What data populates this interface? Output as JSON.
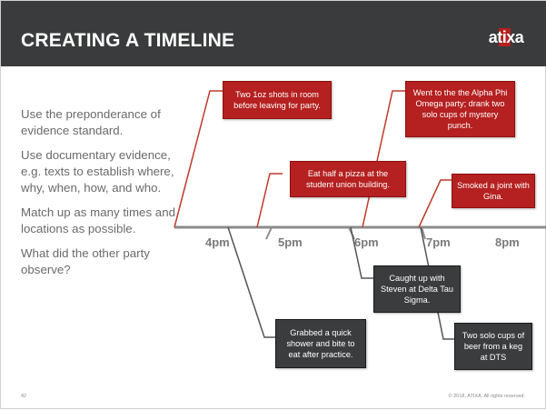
{
  "title": "CREATING A TIMELINE",
  "logo": {
    "text": "atixa",
    "icon": "atixa-logo"
  },
  "bullets": [
    "Use the preponderance of evidence standard.",
    "Use documentary evidence, e.g. texts to establish where, why, when, how, and who.",
    "Match up as many times and locations as possible.",
    "What did the other party observe?"
  ],
  "timeline": {
    "hours": [
      "4pm",
      "5pm",
      "6pm",
      "7pm",
      "8pm"
    ],
    "events_above": [
      "Two 1oz shots in room before leaving for party.",
      "Eat half a pizza at the student union building.",
      "Went to the the Alpha Phi Omega party; drank two solo cups of mystery punch.",
      "Smoked a joint with Gina."
    ],
    "events_below": [
      "Grabbed a quick shower and bite to eat after practice.",
      "Caught up with Steven at Delta Tau Sigma.",
      "Two solo cups of beer from a keg at DTS"
    ]
  },
  "colors": {
    "title_bar": "#3a3b3c",
    "red_event": "#b52020",
    "dark_event": "#3b3c3e",
    "timeline_line": "#8c8c8c"
  },
  "footer": {
    "page": "42",
    "copyright": "© 2018, ATIXA. All rights reserved."
  }
}
